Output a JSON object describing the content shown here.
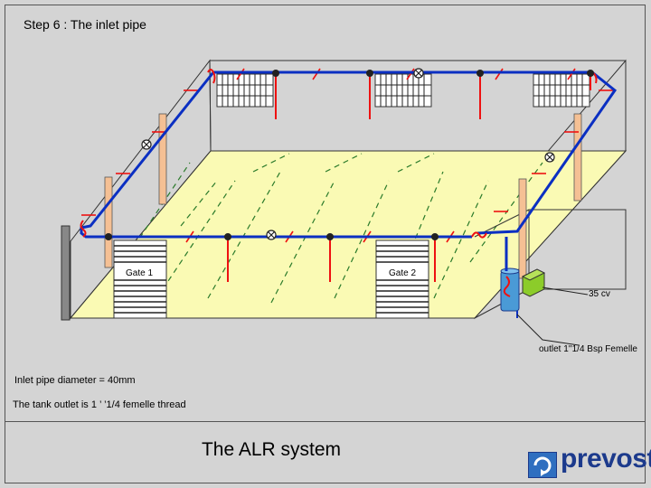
{
  "slide": {
    "title": "Step 6 : The inlet pipe",
    "bottom_title": "The ALR system",
    "notes": {
      "diameter": "Inlet pipe diameter = 40mm",
      "tank_outlet": "The tank outlet is 1 ’ ’1/4 femelle thread"
    }
  },
  "diagram": {
    "gate_1": "Gate 1",
    "gate_2": "Gate 2",
    "pump_label": "35 cv",
    "outlet_label": "outlet 1''1/4 Bsp Femelle"
  },
  "logo": {
    "text": "prevost",
    "icon": "prevost-logo-icon"
  },
  "colors": {
    "background": "#d4d4d4",
    "floor": "#fafab4",
    "pipe": "#0b2fc2",
    "drop": "#ee1111",
    "tank": "#4a9ad6",
    "pump": "#8ccc2a",
    "post": "#f5c094",
    "logo": "#1c3a8c"
  }
}
